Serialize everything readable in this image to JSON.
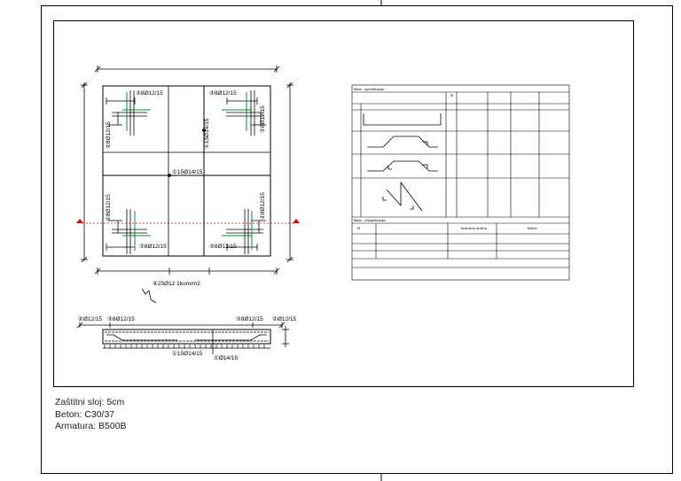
{
  "plan_labels": {
    "bar3_top_left": "③8Ø12/15",
    "bar3_top_right": "③8Ø12/15",
    "bar3_bottom_left": "③8Ø12/15",
    "bar3_bottom_right": "③8Ø12/15",
    "bar2_upper_left": "②8Ø12/15",
    "bar2_upper_right": "②8Ø12/15",
    "bar2_lower_left": "②8Ø12/15",
    "bar2_lower_right": "②8Ø12/15",
    "bar1_vertical": "①15Ø14/15",
    "bar1_horizontal": "①15Ø14/15",
    "bar4_ties": "④25Ø12 1kom/m2"
  },
  "section_labels": {
    "bar2_left": "②Ø12/15",
    "bar3_left": "③8Ø12/15",
    "bar3_right": "③8Ø12/15",
    "bar2_right": "②Ø12/15",
    "bar1_bottom": "①15Ø14/15",
    "bar1_short": "①Ø14/15"
  },
  "spec_table": {
    "title": "Tabla - specifikacija",
    "col_no": "Ø",
    "recap_title": "Tabla - rekapitulacija",
    "recap_col_no": "Ø",
    "recap_col_unit_length": "Jedinična dužina",
    "recap_col_weight": "Težina"
  },
  "notes": {
    "cover": "Zaštitni sloj: 5cm",
    "concrete": "Beton: C30/37",
    "rebar": "Armatura: B500B"
  }
}
